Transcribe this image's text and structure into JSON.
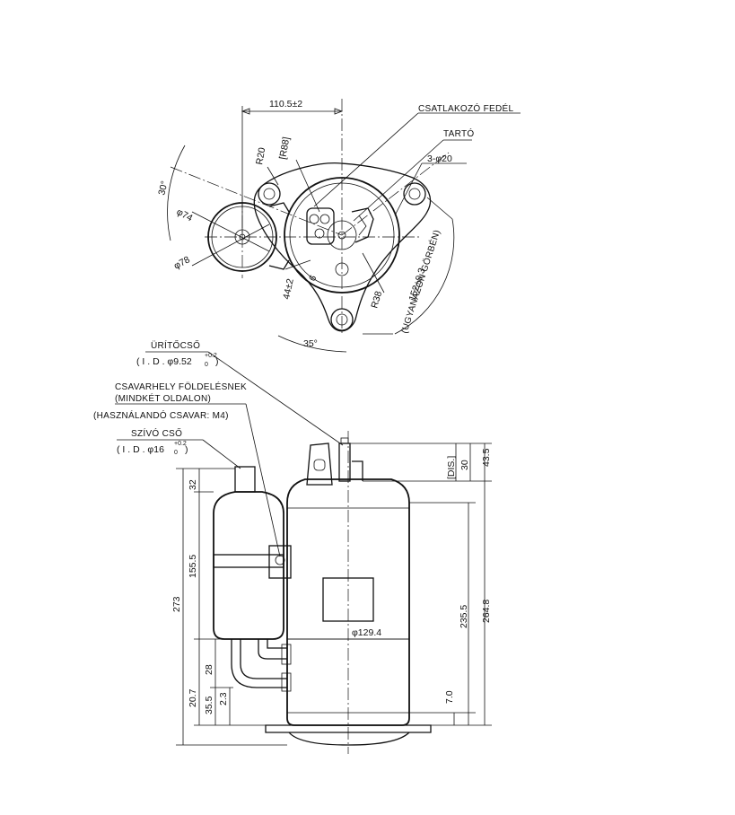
{
  "labels": {
    "cover": "CSATLAKOZÓ FEDÉL",
    "bracket": "TARTÓ",
    "discharge": "ÜRÍTŐCSŐ",
    "discharge_id": "( I . D . φ9.52",
    "discharge_tol_top": "+0.2",
    "discharge_tol_bot": "0",
    "discharge_close": ")",
    "ground_1": "CSAVARHELY FÖLDELÉSNEK",
    "ground_2": "(MINDKÉT OLDALON)",
    "ground_3": "(HASZNÁLANDÓ CSAVAR: M4)",
    "suction": "SZÍVÓ CSŐ",
    "suction_id": "( I . D . φ16",
    "suction_tol_top": "+0.2",
    "suction_tol_bot": "0",
    "suction_close": ")",
    "same_circle": "(UGYANAZON GÖRBÉN)"
  },
  "top_view": {
    "d_110": "110.5±2",
    "r88": "[R88]",
    "r20": "R20",
    "holes": "3-φ20",
    "a30": "30°",
    "d74": "φ74",
    "d78": "φ78",
    "d44": "44±2",
    "r38": "R38",
    "d152": "152±0.3",
    "a35": "35°",
    "r6": "6"
  },
  "side_view": {
    "d32": "32",
    "d155": "155.5",
    "d273": "273",
    "d28": "28",
    "d20_7": "20.7",
    "d35_5": "35.5",
    "d2_3": "2.3",
    "d129": "φ129.4",
    "dis": "[DIS.]",
    "d30": "30",
    "d43": "43.5",
    "d235": "235.5",
    "d264": "264.8",
    "d7": "7.0"
  }
}
